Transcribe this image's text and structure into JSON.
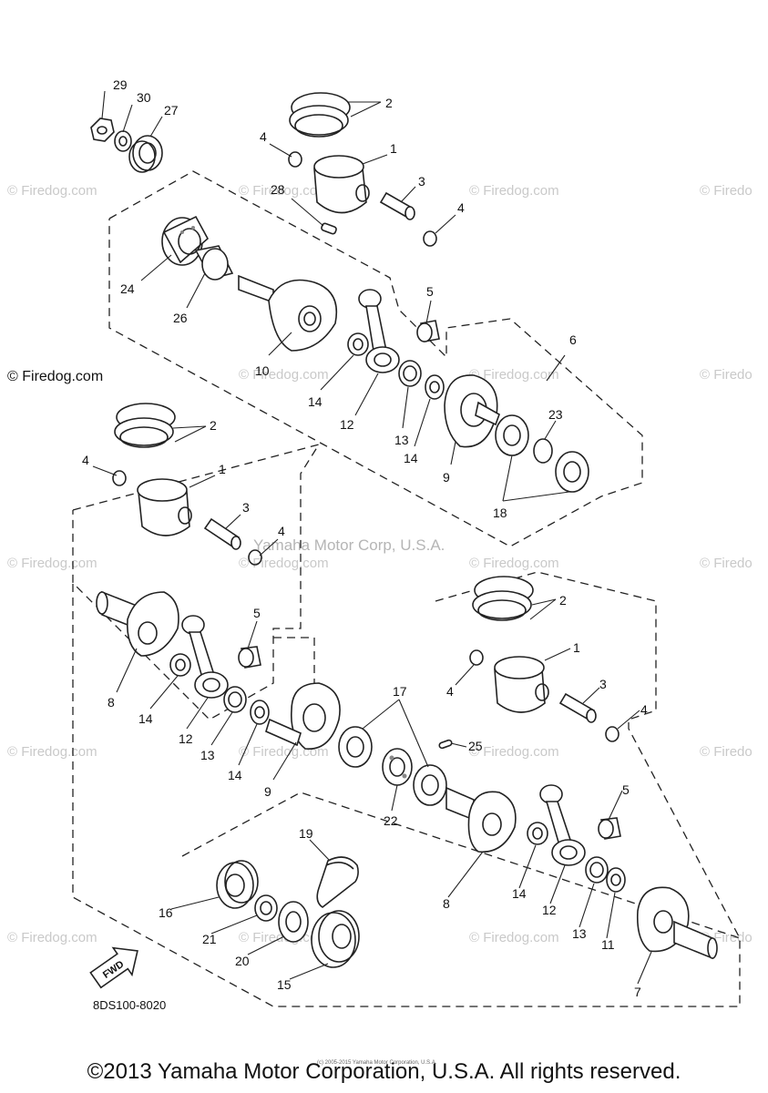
{
  "watermark": "© Firedog.com",
  "watermark_short": "© Firedo",
  "center_notice": "Yamaha Motor Corp, U.S.A.",
  "part_code": "8DS100-8020",
  "fwd_label": "FWD",
  "small_print": "(c) 2005-2015 Yamaha Motor Corporation, U.S.A.",
  "copyright": "©2013 Yamaha Motor Corporation, U.S.A. All rights reserved.",
  "callouts": {
    "c29": "29",
    "c30": "30",
    "c27": "27",
    "c2a": "2",
    "c4a": "4",
    "c1a": "1",
    "c3a": "3",
    "c4b": "4",
    "c28": "28",
    "c24": "24",
    "c26": "26",
    "c5a": "5",
    "c10": "10",
    "c6": "6",
    "c14a": "14",
    "c12a": "12",
    "c13a": "13",
    "c14b": "14",
    "c23": "23",
    "c9a": "9",
    "c18": "18",
    "c2b": "2",
    "c4c": "4",
    "c1b": "1",
    "c3b": "3",
    "c4d": "4",
    "c5b": "5",
    "c8a": "8",
    "c14c": "14",
    "c12b": "12",
    "c13b": "13",
    "c14d": "14",
    "c9b": "9",
    "c17": "17",
    "c25": "25",
    "c22": "22",
    "c2c": "2",
    "c1c": "1",
    "c4e": "4",
    "c3c": "3",
    "c4f": "4",
    "c5c": "5",
    "c19": "19",
    "c16": "16",
    "c21": "21",
    "c20": "20",
    "c15": "15",
    "c8b": "8",
    "c14e": "14",
    "c12c": "12",
    "c13c": "13",
    "c11": "11",
    "c7": "7"
  }
}
